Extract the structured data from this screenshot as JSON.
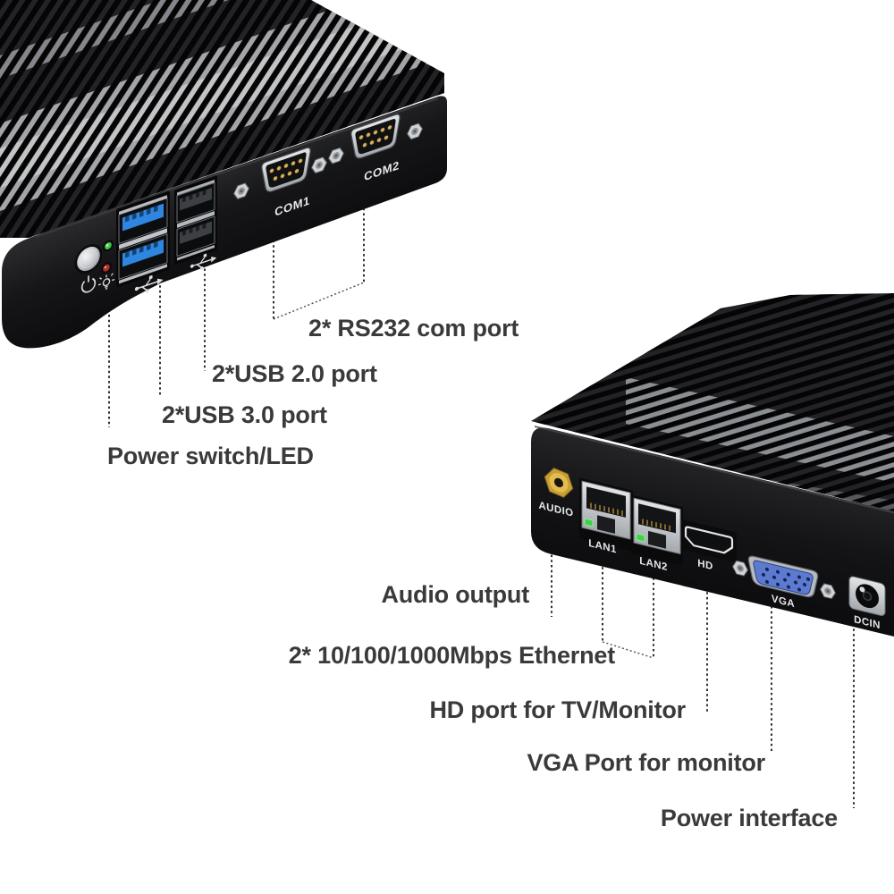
{
  "annotations": {
    "rs232": "2* RS232 com port",
    "usb20": "2*USB 2.0 port",
    "usb30": "2*USB 3.0 port",
    "power_switch": "Power switch/LED",
    "audio": "Audio output",
    "ethernet": "2* 10/100/1000Mbps Ethernet",
    "hd": "HD port for TV/Monitor",
    "vga": "VGA Port for monitor",
    "power_interface": "Power interface"
  },
  "front_io": {
    "com1": "COM1",
    "com2": "COM2"
  },
  "rear_io": {
    "audio": "AUDIO",
    "lan1": "LAN1",
    "lan2": "LAN2",
    "hd": "HD",
    "vga": "VGA",
    "dcin": "DCIN"
  },
  "icons": {
    "power": "power-symbol",
    "led": "light-bulb",
    "usb3": "usb-trident",
    "usb2": "usb-trident"
  },
  "colors": {
    "background": "#ffffff",
    "annotation_text": "#3a3a3a",
    "leader_line": "#2e2e2e",
    "device_body": "#1a1a1c",
    "usb3_blue": "#2f86e0",
    "vga_blue": "#5b7ad0",
    "audio_gold": "#c89d36",
    "led_green": "#3fca4a",
    "led_red": "#c23530"
  }
}
